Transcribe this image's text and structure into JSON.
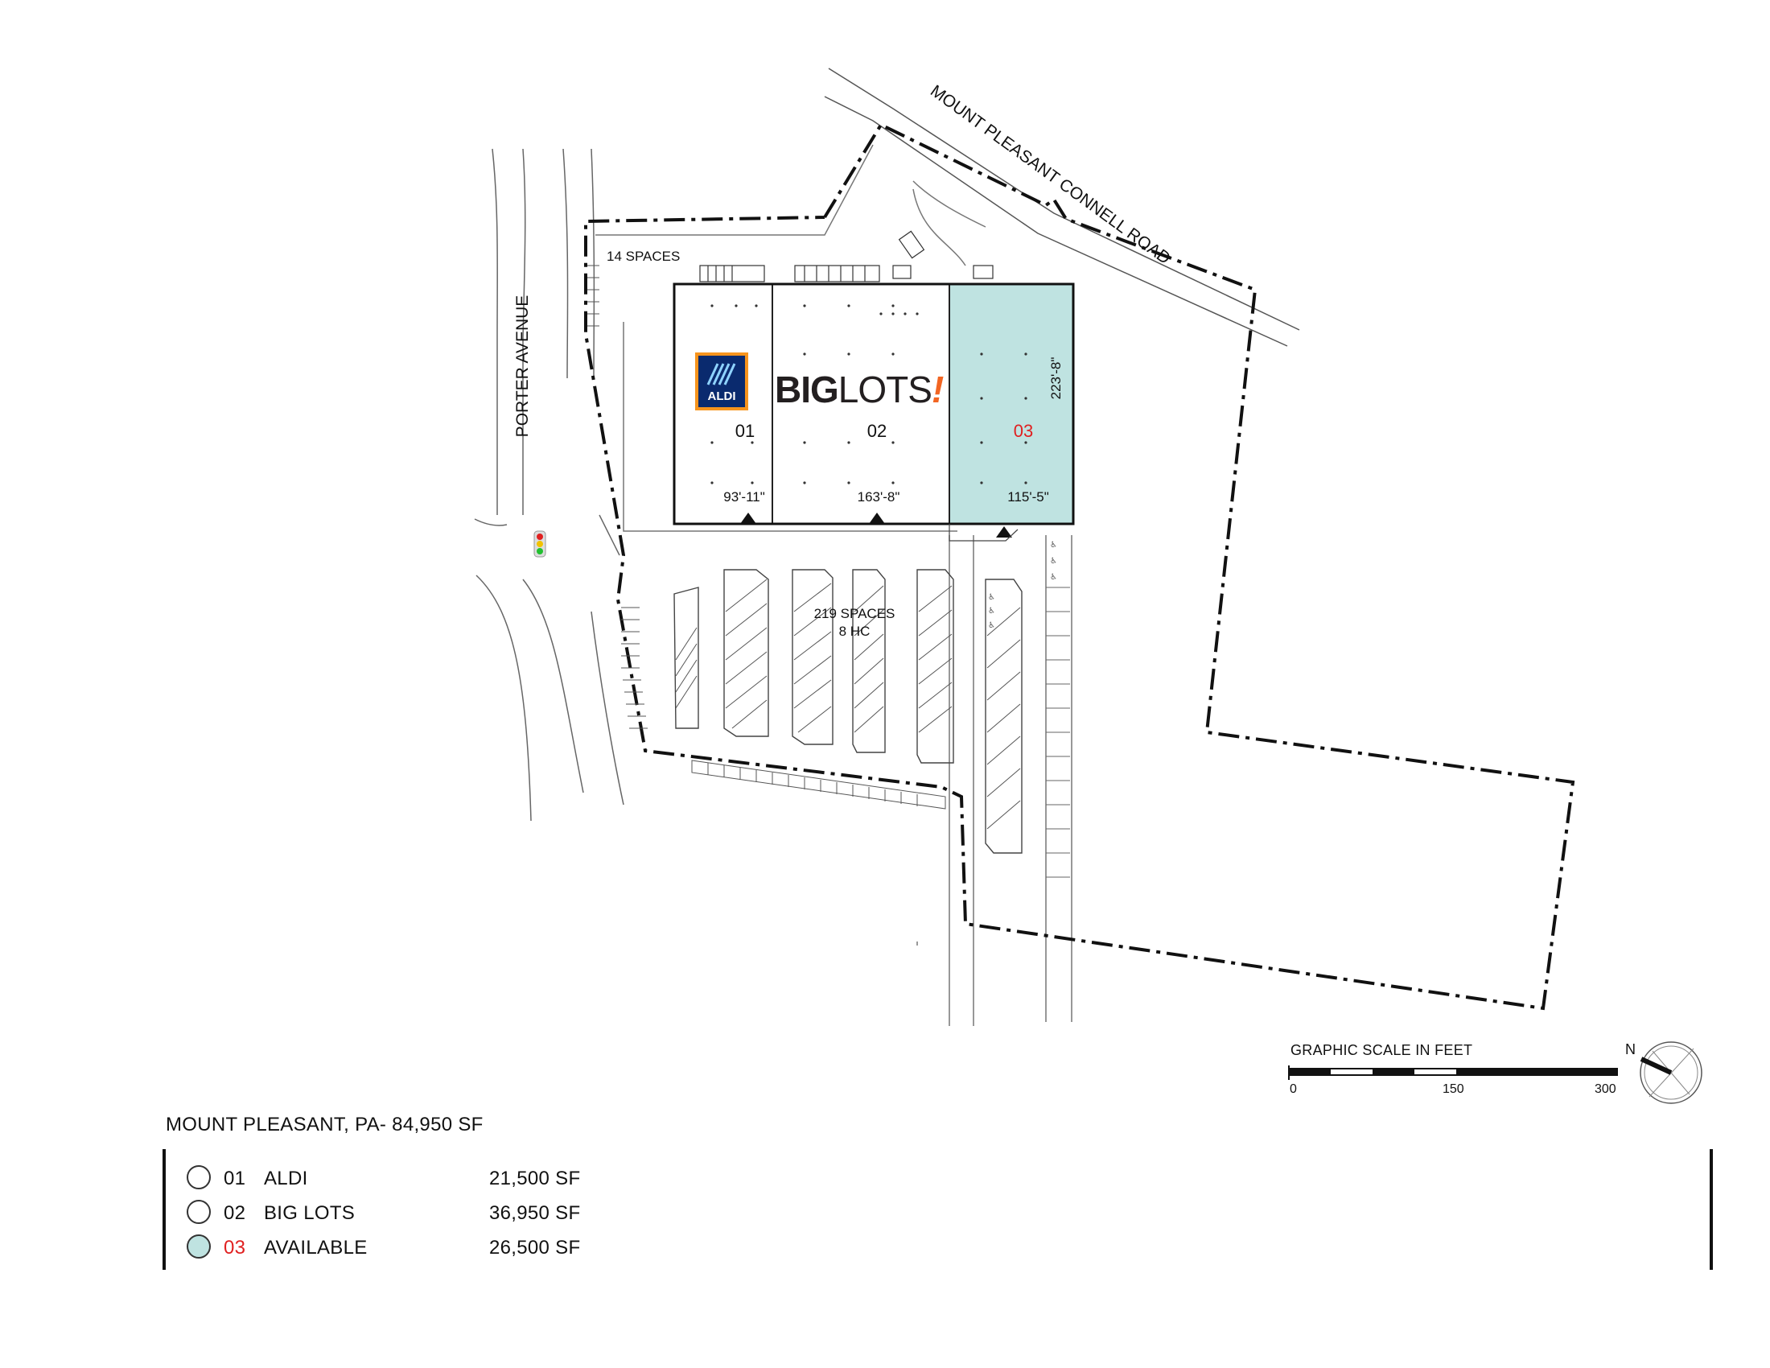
{
  "roads": {
    "connell": "MOUNT PLEASANT CONNELL ROAD",
    "porter": "PORTER AVENUE"
  },
  "parking": {
    "north": "14 SPACES",
    "main_spaces": "219 SPACES",
    "main_hc": "8 HC"
  },
  "building": {
    "depth": "223'-8\"",
    "units": [
      {
        "number": "01",
        "width": "93'-11\"",
        "logo": "ALDI"
      },
      {
        "number": "02",
        "width": "163'-8\"",
        "logo_bold": "BIG",
        "logo_light": "LOTS",
        "logo_bang": "!"
      },
      {
        "number": "03",
        "width": "115'-5\""
      }
    ]
  },
  "scale": {
    "title": "GRAPHIC SCALE IN FEET",
    "ticks": [
      "0",
      "150",
      "300"
    ],
    "north": "N"
  },
  "legend": {
    "title": "MOUNT PLEASANT, PA- 84,950 SF",
    "items": [
      {
        "number": "01",
        "name": "ALDI",
        "area": "21,500 SF",
        "fill": "#ffffff"
      },
      {
        "number": "02",
        "name": "BIG LOTS",
        "area": "36,950 SF",
        "fill": "#ffffff"
      },
      {
        "number": "03",
        "name": "AVAILABLE",
        "area": "26,500 SF",
        "fill": "#bfe3e1"
      }
    ]
  },
  "colors": {
    "available": "#bfe3e1",
    "available_label": "#e02020",
    "aldi_blue": "#0a2a6e",
    "aldi_orange": "#f7941d",
    "biglots_orange": "#f26522"
  }
}
